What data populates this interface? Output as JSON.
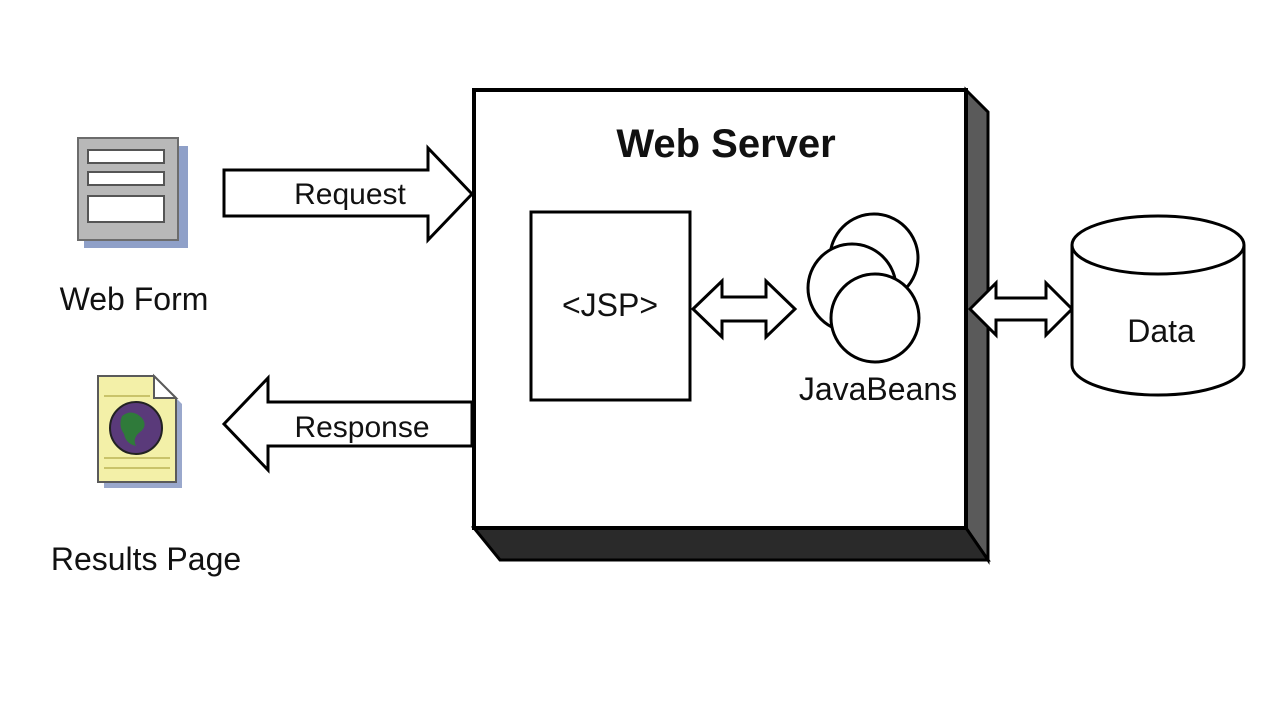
{
  "diagram": {
    "web_server_title": "Web Server",
    "jsp_label": "<JSP>",
    "javabeans_label": "JavaBeans",
    "data_label": "Data",
    "web_form_label": "Web Form",
    "results_page_label": "Results Page",
    "request_label": "Request",
    "response_label": "Response"
  }
}
